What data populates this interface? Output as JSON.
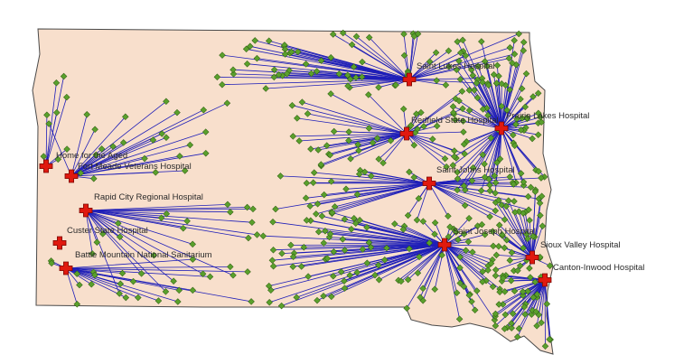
{
  "colors": {
    "background": "#ffffff",
    "land": "#f8dfcc",
    "border": "#4a4a4a",
    "link": "#1f1fb8",
    "point": "#5aa02c",
    "point_stroke": "#2f5c12",
    "hospital": "#e0190f"
  },
  "icons": {
    "hospital": "hospital-cross-icon",
    "point": "patient-point-icon"
  },
  "hospitals": [
    {
      "id": "home-for-the-aged",
      "label": "Home for the Aged"
    },
    {
      "id": "fort-meade",
      "label": "Fort Meade Veterans Hospital"
    },
    {
      "id": "rapid-city",
      "label": "Rapid City Regional Hospital"
    },
    {
      "id": "custer-state",
      "label": "Custer State Hospital"
    },
    {
      "id": "battle-mountain",
      "label": "Battle Mountain National Sanitarium"
    },
    {
      "id": "saint-lukes",
      "label": "Saint Lukes Hospital"
    },
    {
      "id": "redfield-state",
      "label": "Redfield State Hospital"
    },
    {
      "id": "watertown",
      "label": "Prairie Lakes Hospital"
    },
    {
      "id": "saint-johns",
      "label": "Saint Johns Hospital"
    },
    {
      "id": "saint-joseph",
      "label": "Saint Joseph Hospital"
    },
    {
      "id": "sioux-valley",
      "label": "Sioux Valley Hospital"
    },
    {
      "id": "canton-inwood",
      "label": "Canton-Inwood Hospital"
    }
  ]
}
